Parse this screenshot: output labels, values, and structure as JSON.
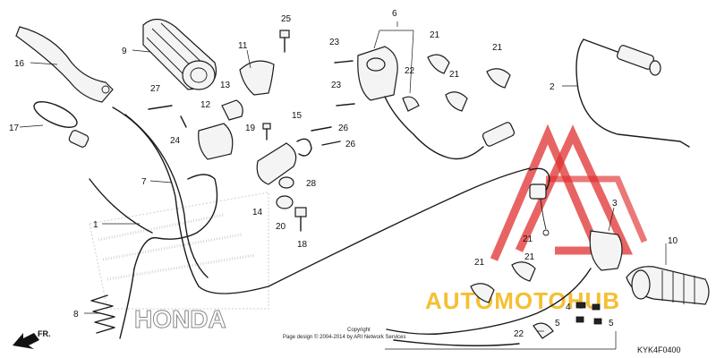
{
  "diagram": {
    "code": "KYK4F0400",
    "copyright_lines": [
      "Copyright",
      "Page design © 2004-2014 by ARI Network Services"
    ],
    "honda_text": "HONDA",
    "direction_label": "FR.",
    "watermark": {
      "text": "AUTOMOTOHUB",
      "color": "#e02020",
      "accent": "#f4b000"
    }
  },
  "callouts": [
    "1",
    "2",
    "3",
    "4",
    "5",
    "5",
    "6",
    "7",
    "8",
    "9",
    "10",
    "11",
    "12",
    "13",
    "14",
    "15",
    "16",
    "17",
    "18",
    "19",
    "20",
    "21",
    "21",
    "21",
    "21",
    "21",
    "21",
    "22",
    "22",
    "23",
    "23",
    "24",
    "25",
    "26",
    "26",
    "27",
    "28"
  ]
}
